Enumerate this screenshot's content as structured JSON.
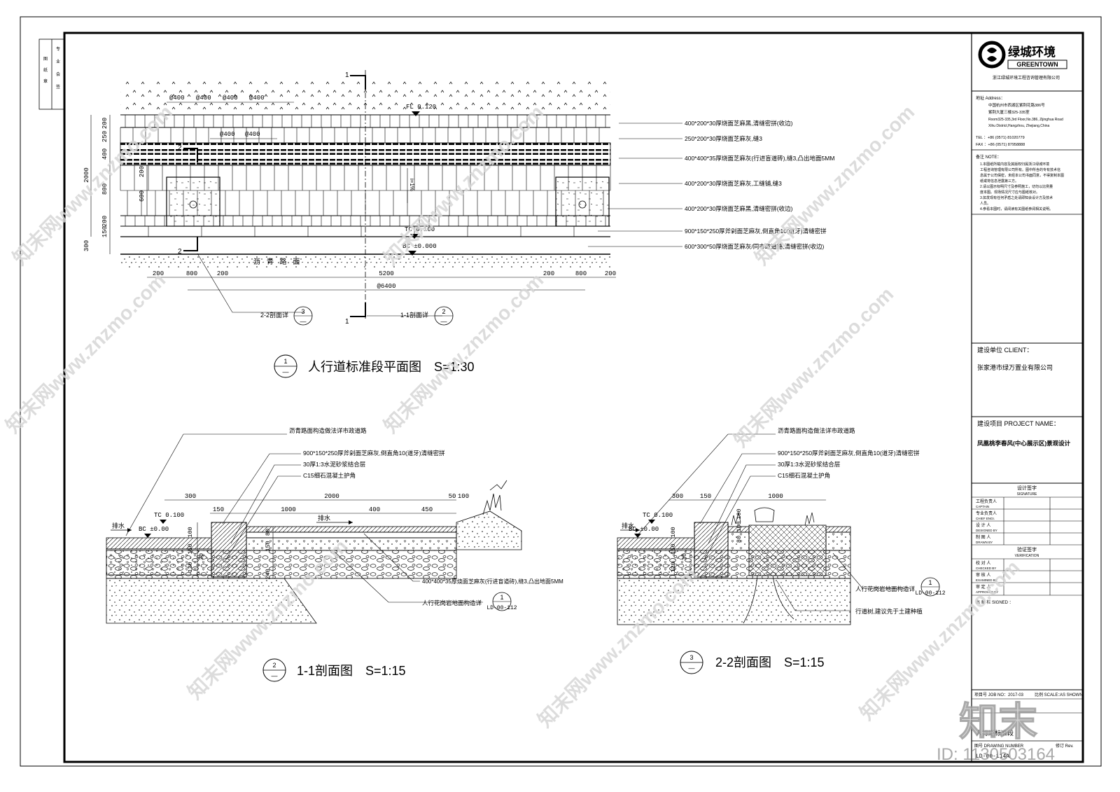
{
  "company": {
    "logo_cn": "绿城环境",
    "logo_en": "GREENTOWN",
    "company_name": "浙江绿城环境工程咨询管理有限公司",
    "address_label": "地址 Address：",
    "address_lines": [
      "中国杭州市西湖区紫荆花路386号",
      "紫荆大厦三楼325-335室",
      "Room325-335,3rd Floor,No.386, Zijinghua Road",
      "Xihu District,Hangzhou, Zhejiang,China"
    ],
    "tel": "TEL ：+86 (0571) 81020779",
    "fax": "FAX ：+86 (0571) 87958888"
  },
  "notes": {
    "label": "备注 NOTE：",
    "lines": [
      "1.本图纸所载内容及其版权归属浙江绿城环境",
      "工程咨询管理有限公司所有。图中所含的专有技术信",
      "息属于公司保密，未经本公司书面同意，不得复制本图",
      "纸或将信息泄露第三方。",
      "2.请以图示标明尺寸及参照施工，切勿以比例量",
      "度本图。现场情况尺寸应与图纸核对。",
      "3.如发现有任何矛盾之处请即知会设计方及技术",
      "人员。",
      "4.参看本图时，请阅读有关图纸参阅相关说明。"
    ]
  },
  "client": {
    "label": "建设单位 CLIENT：",
    "value": "张家港市绿万置业有限公司"
  },
  "project": {
    "label": "建设项目 PROJECT NAME：",
    "value": "凤凰桃李春风(中心展示区)景观设计"
  },
  "signature": {
    "title_cn": "设计签字",
    "title_en": "SIGNATURE",
    "rows": [
      {
        "cn": "工程负责人",
        "en": "CAPTAIN"
      },
      {
        "cn": "专业负责人",
        "en": "CHIEF ENGI."
      },
      {
        "cn": "设 计 人",
        "en": "DESIGNED BY"
      },
      {
        "cn": "制 图 人",
        "en": "DRAWN BY"
      }
    ]
  },
  "verification": {
    "title_cn": "验证签字",
    "title_en": "VERIFICATION",
    "rows": [
      {
        "cn": "校 对 人",
        "en": "CHECKED BY"
      },
      {
        "cn": "审 核 人",
        "en": "EXAMINED BY"
      },
      {
        "cn": "审 定 人",
        "en": "APPROVED BY"
      }
    ]
  },
  "signed": "出 章 栏   SIGNED ：",
  "job": {
    "label": "项目号 JOB NO：",
    "value": "2017-03",
    "scale_label": "比例 SCALE：",
    "scale_value": "AS SHOWN"
  },
  "drawing": {
    "title_partial": "人行道标准段",
    "no_label": "图号 DRAWING NUMBER",
    "no_value": "LD-00-114A",
    "rev_label": "修订 Rev."
  },
  "side_stamp": [
    "图",
    "纸",
    "章",
    "专",
    "业",
    "会",
    "签"
  ],
  "plan": {
    "title": "人行道标准段平面图",
    "scale": "S=1:30",
    "no": "1",
    "spacing": [
      "@400",
      "@400",
      "@400",
      "@400"
    ],
    "spacing2": [
      "@400",
      "@400"
    ],
    "fl": "FL 0.120",
    "tc": "TC 0.100",
    "bc": "BC ±0.000",
    "asphalt": "沥 青 路 面",
    "slope": "i=1%",
    "dims_left": [
      "250",
      "200",
      "400",
      "2000",
      "800",
      "600",
      "200",
      "200",
      "150",
      "300"
    ],
    "dims_bottom": [
      "200",
      "800",
      "200",
      "5200",
      "200",
      "800",
      "200"
    ],
    "total": "@6400",
    "callouts": [
      "400*200*30厚烧面芝麻黑,清缝密拼(收边)",
      "250*200*30厚烧面芝麻灰,缝3",
      "400*400*35厚烧面芝麻灰(行进盲道砖),缝3,凸出地面5MM",
      "400*200*30厚烧面芝麻灰,工缝铺,缝3",
      "400*200*30厚烧面芝麻黑,清缝密拼(收边)",
      "900*150*250厚斧剁面芝麻灰,倒直角10(道牙)清缝密拼",
      "600*300*50厚烧面芝麻灰/同市政道路,清缝密拼(收边)"
    ],
    "section_marks": [
      "1",
      "2"
    ],
    "ref1_label": "2-2剖面详",
    "ref1_no": "3",
    "ref2_label": "1-1剖面详",
    "ref2_no": "2",
    "dash": "—"
  },
  "sec1": {
    "title": "1-1剖面图",
    "scale": "S=1:15",
    "no": "2",
    "labels": [
      "沥青路面构造做法详市政道路",
      "900*150*250厚斧剁面芝麻灰,倒直角10(道牙)清缝密拼",
      "30厚1:3水泥砂浆结合层",
      "C15细石混凝土护角"
    ],
    "dims_top": [
      "300",
      "2000",
      "50",
      "100",
      "150",
      "1000",
      "400",
      "450"
    ],
    "dims_v": [
      "100",
      "150",
      "120",
      "30",
      "80",
      "150",
      "240"
    ],
    "drain": "排水",
    "tc": "TC 0.100",
    "bc": "BC ±0.00",
    "lower_label": "400*400*35厚烧面芝麻灰(行进盲道砖),缝3,凸出地面5MM",
    "ref_label": "人行花岗岩地面构造详",
    "ref_no": "1",
    "ref_code": "LD-00-112"
  },
  "sec2": {
    "title": "2-2剖面图",
    "scale": "S=1:15",
    "no": "3",
    "labels": [
      "沥青路面构造做法详市政道路",
      "900*150*250厚斧剁面芝麻灰,倒直角10(道牙)清缝密拼",
      "30厚1:3水泥砂浆结合层",
      "C15细石混凝土护角"
    ],
    "dims_top": [
      "300",
      "150",
      "1000"
    ],
    "dims_v": [
      "100",
      "150",
      "120",
      "30",
      "80",
      "100",
      "100"
    ],
    "drain": "排水",
    "tc": "TC 0.100",
    "bc": "BC ±0.00",
    "ref_label": "人行花岗岩地面构造详",
    "ref_no": "1",
    "ref_code": "LD-00-112",
    "tree_label": "行道树,建议先于土建种植"
  },
  "watermark": {
    "text": "知末网www.znzmo.com",
    "brand": "知末",
    "id": "ID: 1130503164"
  }
}
